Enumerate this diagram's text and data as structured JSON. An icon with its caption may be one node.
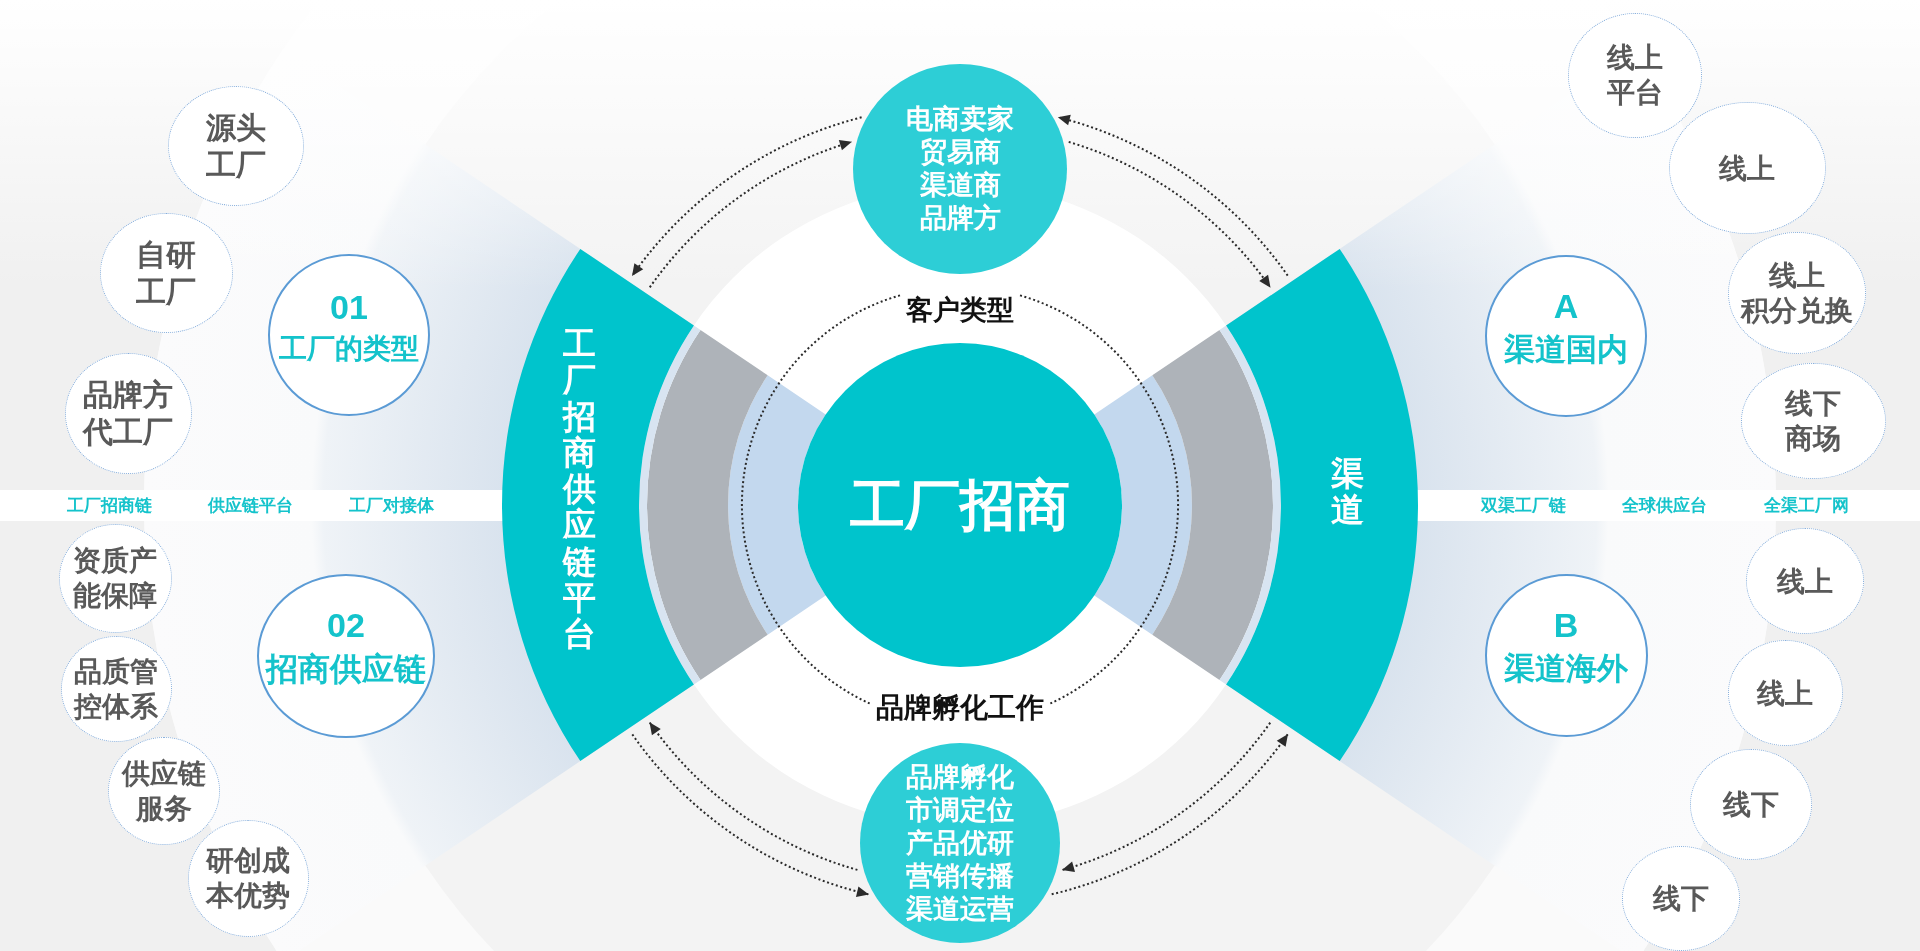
{
  "diagram": {
    "nodes": [
      {
        "text": [
          "源头工厂"
        ]
      },
      {
        "text": [
          "自研工厂"
        ]
      },
      {
        "text": [
          "01",
          "工厂的类型"
        ]
      },
      {
        "text": [
          "品牌方代工厂"
        ]
      },
      {
        "text": [
          "资质产能保障"
        ]
      },
      {
        "text": [
          "02",
          "招商供应链"
        ]
      },
      {
        "text": [
          "品质管控体系"
        ]
      },
      {
        "text": [
          "供应链服务"
        ]
      },
      {
        "text": [
          "研创成本优势"
        ]
      },
      {
        "text": [
          "电商卖家",
          "贸易商",
          "渠道商",
          "品牌方",
          "客户类型"
        ]
      },
      {
        "text": [
          "工厂招商供应链平台"
        ]
      },
      {
        "text": [
          "工厂招商"
        ]
      },
      {
        "text": [
          "渠道"
        ]
      },
      {
        "text": [
          "品牌孵化工作",
          "品牌孵化",
          "市调定位",
          "产品优研",
          "营销传播",
          "渠道运营"
        ]
      },
      {
        "text": [
          "线上",
          "平台"
        ]
      },
      {
        "text": [
          "线上"
        ]
      },
      {
        "text": [
          "A",
          "渠道国内"
        ]
      },
      {
        "text": [
          "线上",
          "积分兑换"
        ]
      },
      {
        "text": [
          "线下",
          "商场"
        ]
      },
      {
        "text": [
          "B",
          "渠道海外"
        ]
      },
      {
        "text": [
          "线上"
        ]
      },
      {
        "text": [
          "线上"
        ]
      },
      {
        "text": [
          "线下"
        ]
      },
      {
        "text": [
          "线下"
        ]
      }
    ],
    "edges": [
      {
        "from": 9,
        "to": 10,
        "arrow": "to",
        "style": "dashed"
      },
      {
        "from": 10,
        "to": 9,
        "arrow": "to",
        "style": "dashed"
      },
      {
        "from": 12,
        "to": 9,
        "arrow": "to",
        "style": "dashed"
      },
      {
        "from": 9,
        "to": 12,
        "arrow": "to",
        "style": "dashed"
      },
      {
        "from": 10,
        "to": 13,
        "arrow": "to",
        "style": "dashed"
      },
      {
        "from": 13,
        "to": 10,
        "arrow": "to",
        "style": "dashed"
      },
      {
        "from": 13,
        "to": 12,
        "arrow": "to",
        "style": "dashed"
      },
      {
        "from": 12,
        "to": 13,
        "arrow": "to",
        "style": "dashed"
      },
      {
        "from": 9,
        "to": 13,
        "arrow": "none",
        "style": "dashed"
      },
      {
        "from": 9,
        "to": 13,
        "arrow": "none",
        "style": "dashed"
      }
    ],
    "labels": [
      "工厂招商链",
      "供应链平台",
      "工厂对接体",
      "双渠工厂链",
      "全球供应台",
      "全渠工厂网"
    ]
  }
}
